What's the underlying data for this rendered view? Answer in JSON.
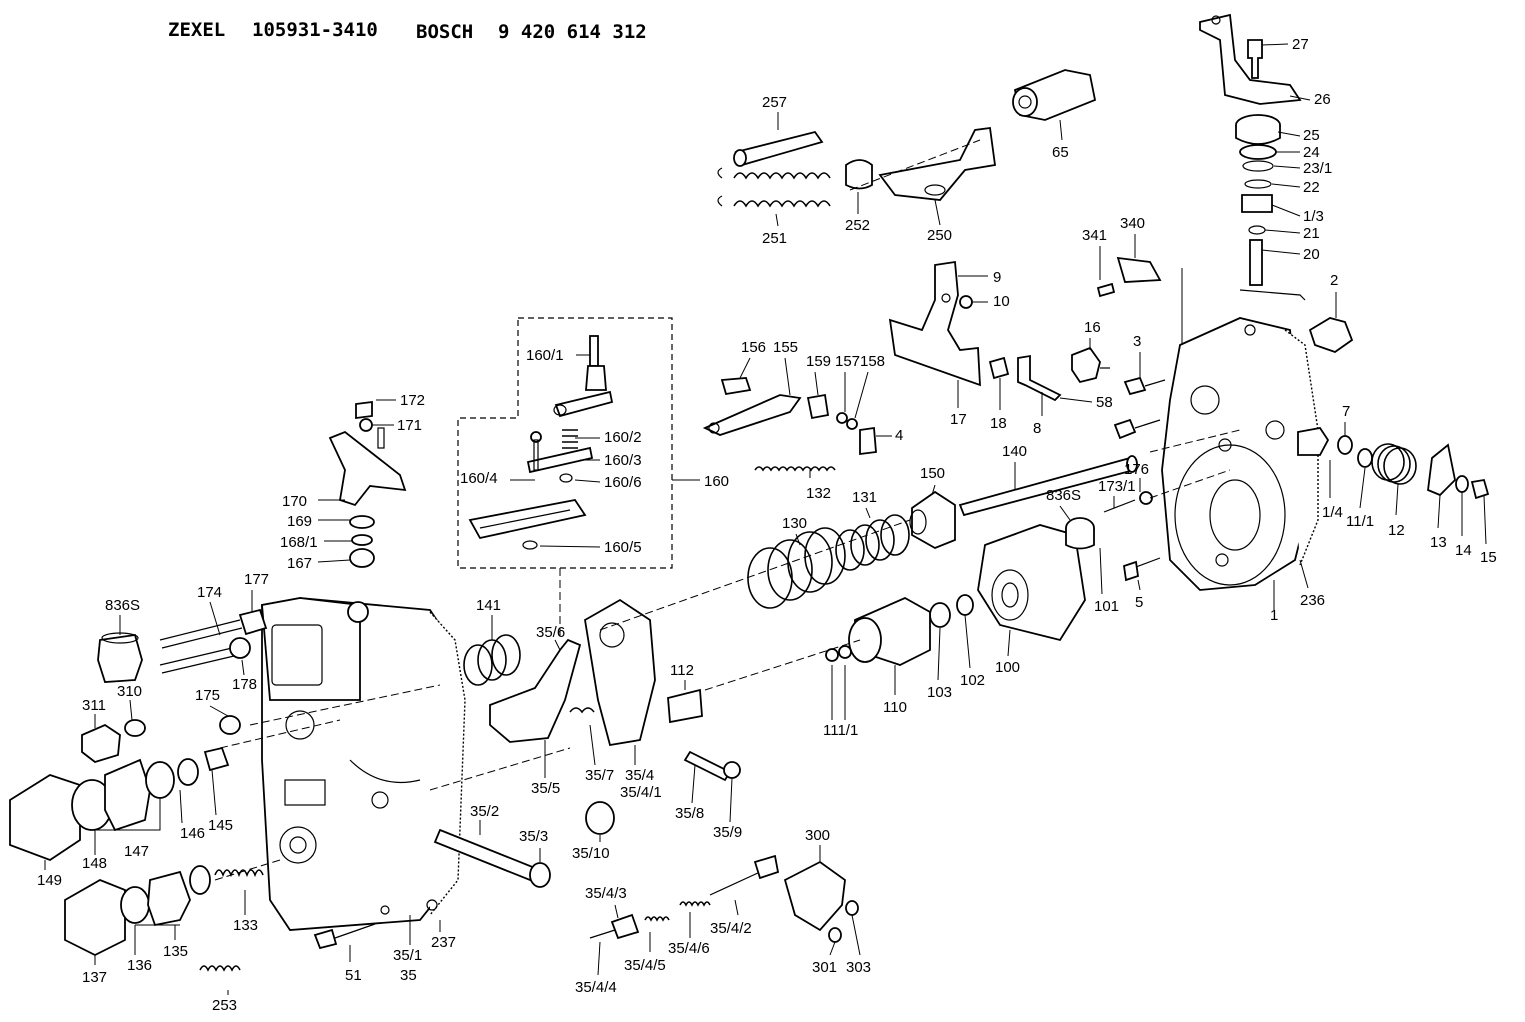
{
  "header": {
    "brand1": "ZEXEL",
    "number1": "105931-3410",
    "brand2": "BOSCH",
    "number2": "9 420 614 312"
  },
  "parts": [
    "27",
    "26",
    "25",
    "24",
    "23/1",
    "22",
    "1/3",
    "21",
    "20",
    "2",
    "65",
    "257",
    "252",
    "250",
    "251",
    "341",
    "340",
    "9",
    "10",
    "16",
    "3",
    "17",
    "18",
    "8",
    "58",
    "7",
    "1/4",
    "11/1",
    "12",
    "13",
    "14",
    "15",
    "156",
    "155",
    "159",
    "157",
    "158",
    "4",
    "132",
    "140",
    "176",
    "173/1",
    "836S",
    "5",
    "101",
    "236",
    "1",
    "150",
    "131",
    "130",
    "160/1",
    "160/2",
    "160/3",
    "160/6",
    "160",
    "160/4",
    "160/5",
    "172",
    "171",
    "170",
    "169",
    "168/1",
    "167",
    "836S",
    "174",
    "177",
    "178",
    "311",
    "310",
    "175",
    "149",
    "148",
    "147",
    "146",
    "145",
    "141",
    "35/6",
    "35/5",
    "35/7",
    "35/4",
    "35/4/1",
    "112",
    "35/8",
    "35/9",
    "110",
    "111/1",
    "103",
    "102",
    "100",
    "35/2",
    "35/3",
    "35/10",
    "133",
    "137",
    "136",
    "135",
    "253",
    "51",
    "35/1",
    "35",
    "237",
    "300",
    "35/4/3",
    "35/4/2",
    "35/4/6",
    "35/4/5",
    "35/4/4",
    "301",
    "303"
  ]
}
